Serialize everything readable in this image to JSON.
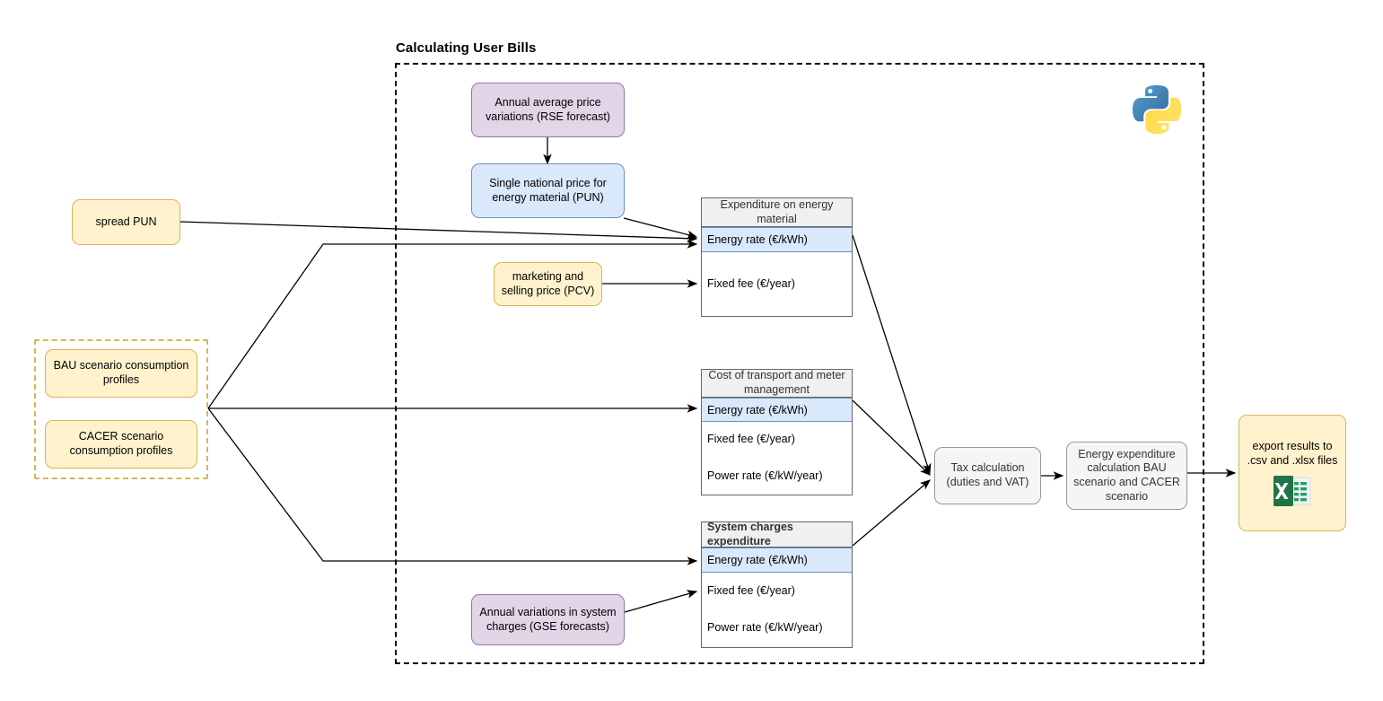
{
  "diagram": {
    "title": "Calculating User Bills",
    "container_label": "Calculating User Bills"
  },
  "nodes": {
    "rse_forecast": {
      "label": "Annual average price variations (RSE forecast)",
      "color": "#e1d5e7"
    },
    "pun": {
      "label": "Single national price for energy material (PUN)",
      "color": "#dae8fc"
    },
    "spread_pun": {
      "label": "spread PUN",
      "color": "#fff2cc"
    },
    "pcv": {
      "label": "marketing and selling price (PCV)",
      "color": "#fff2cc"
    },
    "bau_profiles": {
      "label": "BAU scenario consumption profiles",
      "color": "#fff2cc"
    },
    "cacer_profiles": {
      "label": "CACER scenario consumption profiles",
      "color": "#fff2cc"
    },
    "gse_forecast": {
      "label": "Annual variations in system charges (GSE forecasts)",
      "color": "#e1d5e7"
    },
    "tax_calculation": {
      "label": "Tax calculation (duties and VAT)",
      "color": "#f5f5f5"
    },
    "energy_expenditure": {
      "label": "Energy expenditure calculation BAU scenario and CACER scenario",
      "color": "#f5f5f5"
    },
    "export_results": {
      "label": "export results to .csv and .xlsx files",
      "color": "#fff2cc"
    }
  },
  "tables": [
    {
      "name": "expenditure-on-energy-material",
      "header": "Expenditure on energy material",
      "header_align": "center",
      "rows": [
        {
          "label": "Energy rate (€/kWh)",
          "highlight": true
        },
        {
          "label": "Fixed fee (€/year)",
          "highlight": false
        }
      ]
    },
    {
      "name": "cost-of-transport-and-meter-management",
      "header": "Cost of transport and meter management",
      "header_align": "center",
      "rows": [
        {
          "label": "Energy rate (€/kWh)",
          "highlight": true
        },
        {
          "label": "Fixed fee (€/year)",
          "highlight": false
        },
        {
          "label": "Power rate (€/kW/year)",
          "highlight": false
        }
      ]
    },
    {
      "name": "system-charges-expenditure",
      "header": "System charges expenditure",
      "header_align": "left",
      "rows": [
        {
          "label": "Energy rate (€/kWh)",
          "highlight": true
        },
        {
          "label": "Fixed fee (€/year)",
          "highlight": false
        },
        {
          "label": "Power rate (€/kW/year)",
          "highlight": false
        }
      ]
    }
  ],
  "icons": {
    "python": "python-logo-icon",
    "excel": "excel-file-icon"
  },
  "colors": {
    "purple_fill": "#e1d5e7",
    "purple_stroke": "#9673a6",
    "blue_fill": "#dae8fc",
    "blue_stroke": "#6c8ebf",
    "yellow_fill": "#fff2cc",
    "yellow_stroke": "#d6b656",
    "gray_fill": "#f5f5f5",
    "gray_stroke": "#999999",
    "table_header_fill": "#f0f0f0",
    "edge_stroke": "#000000"
  }
}
